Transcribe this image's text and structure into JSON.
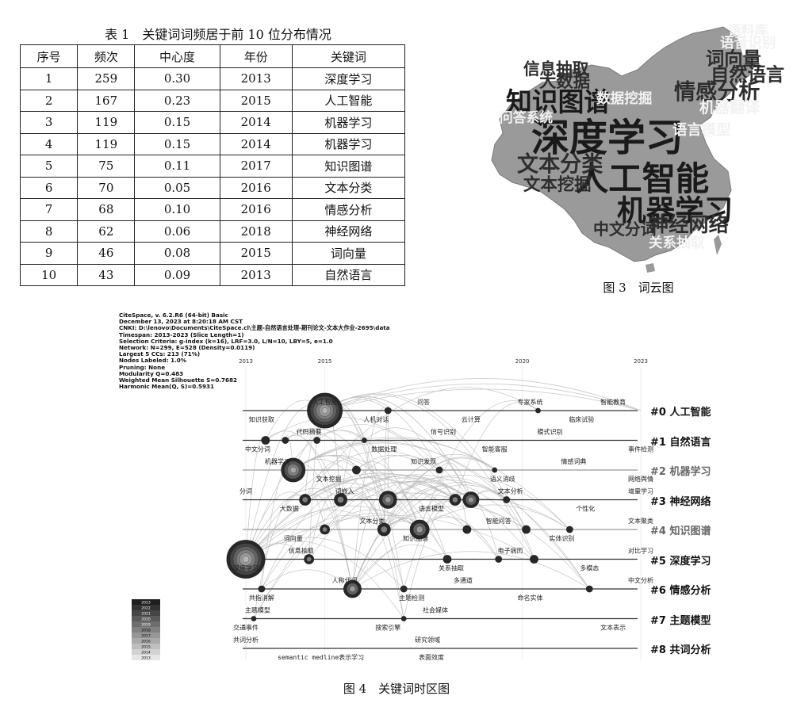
{
  "table1": {
    "caption": "表 1　关键词词频居于前 10 位分布情况",
    "headers": [
      "序号",
      "频次",
      "中心度",
      "年份",
      "关键词"
    ],
    "rows": [
      [
        "1",
        "259",
        "0.30",
        "2013",
        "深度学习"
      ],
      [
        "2",
        "167",
        "0.23",
        "2015",
        "人工智能"
      ],
      [
        "3",
        "119",
        "0.15",
        "2014",
        "机器学习"
      ],
      [
        "4",
        "119",
        "0.15",
        "2014",
        "机器学习"
      ],
      [
        "5",
        "75",
        "0.11",
        "2017",
        "知识图谱"
      ],
      [
        "6",
        "70",
        "0.05",
        "2016",
        "文本分类"
      ],
      [
        "7",
        "68",
        "0.10",
        "2016",
        "情感分析"
      ],
      [
        "8",
        "62",
        "0.06",
        "2018",
        "神经网络"
      ],
      [
        "9",
        "46",
        "0.08",
        "2015",
        "词向量"
      ],
      [
        "10",
        "43",
        "0.09",
        "2013",
        "自然语言"
      ]
    ]
  },
  "figure3": {
    "caption": "图 3　词云图",
    "words": [
      {
        "text": "深度学习",
        "weight": 1.0
      },
      {
        "text": "人工智能",
        "weight": 0.85
      },
      {
        "text": "机器学习",
        "weight": 0.7
      },
      {
        "text": "知识图谱",
        "weight": 0.6
      },
      {
        "text": "情感分析",
        "weight": 0.45
      },
      {
        "text": "文本分类",
        "weight": 0.45
      },
      {
        "text": "神经网络",
        "weight": 0.4
      },
      {
        "text": "自然语言",
        "weight": 0.35
      },
      {
        "text": "词向量",
        "weight": 0.35
      },
      {
        "text": "文本挖掘",
        "weight": 0.3
      },
      {
        "text": "大数据",
        "weight": 0.3
      },
      {
        "text": "信息抽取",
        "weight": 0.28
      },
      {
        "text": "中文分词",
        "weight": 0.26
      },
      {
        "text": "机器翻译",
        "weight": 0.24
      },
      {
        "text": "语言模型",
        "weight": 0.22
      },
      {
        "text": "语音识别",
        "weight": 0.2
      },
      {
        "text": "关系抽取",
        "weight": 0.2
      },
      {
        "text": "数据挖掘",
        "weight": 0.2
      },
      {
        "text": "语料库",
        "weight": 0.18
      },
      {
        "text": "问答系统",
        "weight": 0.18
      }
    ]
  },
  "figure4": {
    "caption": "图 4　关键词时区图",
    "meta_lines": [
      "CiteSpace, v. 6.2.R6 (64-bit) Basic",
      "December 13, 2023 at 8:20:18 AM CST",
      "CNKI: D:\\lenovo\\Documents\\CiteSpace.cl\\主题-自然语言处理-期刊论文-文本大作业-2695\\data",
      "Timespan: 2013-2023 (Slice Length=1)",
      "Selection Criteria: g-index (k=16), LRF=3.0, L/N=10, LBY=5, e=1.0",
      "Network: N=299, E=528 (Density=0.0119)",
      "Largest 5 CCs: 213 (71%)",
      "Nodes Labeled: 1.0%",
      "Pruning: None",
      "Modularity Q=0.483",
      "Weighted Mean Silhouette S=0.7682",
      "Harmonic Mean(Q, S)=0.5931"
    ],
    "year_ticks": [
      "2013",
      "2015",
      "2020",
      "2023"
    ],
    "legend_years": [
      "2023",
      "2022",
      "2021",
      "2020",
      "2019",
      "2018",
      "2017",
      "2016",
      "2015",
      "2014",
      "2013"
    ],
    "clusters": [
      {
        "label": "#0 人工智能",
        "dim": false
      },
      {
        "label": "#1 自然语言",
        "dim": false
      },
      {
        "label": "#2 机器学习",
        "dim": true
      },
      {
        "label": "#3 神经网络",
        "dim": false
      },
      {
        "label": "#4 知识图谱",
        "dim": true
      },
      {
        "label": "#5 深度学习",
        "dim": false
      },
      {
        "label": "#6 情感分析",
        "dim": false
      },
      {
        "label": "#7 主题模型",
        "dim": false
      },
      {
        "label": "#8 共词分析",
        "dim": false
      }
    ],
    "node_labels": [
      {
        "row": 0,
        "x": 2013.4,
        "text": "知识获取"
      },
      {
        "row": 0,
        "x": 2015.0,
        "text": "人工智能"
      },
      {
        "row": 0,
        "x": 2016.3,
        "text": "人机对话"
      },
      {
        "row": 0,
        "x": 2017.5,
        "text": "问答"
      },
      {
        "row": 0,
        "x": 2018.7,
        "text": "云计算"
      },
      {
        "row": 0,
        "x": 2020.2,
        "text": "专家系统"
      },
      {
        "row": 0,
        "x": 2021.5,
        "text": "临床试验"
      },
      {
        "row": 0,
        "x": 2022.3,
        "text": "智能教育"
      },
      {
        "row": 1,
        "x": 2013.3,
        "text": "中文分词"
      },
      {
        "row": 1,
        "x": 2014.6,
        "text": "代码摘要"
      },
      {
        "row": 1,
        "x": 2016.5,
        "text": "数据处理"
      },
      {
        "row": 1,
        "x": 2018.0,
        "text": "信号识别"
      },
      {
        "row": 1,
        "x": 2019.3,
        "text": "智能客服"
      },
      {
        "row": 1,
        "x": 2020.7,
        "text": "模式识别"
      },
      {
        "row": 1,
        "x": 2023.0,
        "text": "事件检测"
      },
      {
        "row": 2,
        "x": 2013.8,
        "text": "机器学习"
      },
      {
        "row": 2,
        "x": 2015.1,
        "text": "文本挖掘"
      },
      {
        "row": 2,
        "x": 2017.5,
        "text": "知识发现"
      },
      {
        "row": 2,
        "x": 2019.5,
        "text": "语义消歧"
      },
      {
        "row": 2,
        "x": 2021.3,
        "text": "情感词典"
      },
      {
        "row": 2,
        "x": 2023.0,
        "text": "网络舆情"
      },
      {
        "row": 3,
        "x": 2013.0,
        "text": "分词"
      },
      {
        "row": 3,
        "x": 2014.1,
        "text": "大数据"
      },
      {
        "row": 3,
        "x": 2015.5,
        "text": "词嵌入"
      },
      {
        "row": 3,
        "x": 2017.7,
        "text": "语言模型"
      },
      {
        "row": 3,
        "x": 2019.7,
        "text": "文本分析"
      },
      {
        "row": 3,
        "x": 2021.6,
        "text": "个性化"
      },
      {
        "row": 3,
        "x": 2023.0,
        "text": "增量学习"
      },
      {
        "row": 4,
        "x": 2014.2,
        "text": "词向量"
      },
      {
        "row": 4,
        "x": 2016.2,
        "text": "文本分类"
      },
      {
        "row": 4,
        "x": 2017.3,
        "text": "知识图谱"
      },
      {
        "row": 4,
        "x": 2019.4,
        "text": "智能问答"
      },
      {
        "row": 4,
        "x": 2021.0,
        "text": "实体识别"
      },
      {
        "row": 4,
        "x": 2023.0,
        "text": "文本聚类"
      },
      {
        "row": 5,
        "x": 2013.0,
        "text": "深度学习"
      },
      {
        "row": 5,
        "x": 2014.4,
        "text": "信息抽取"
      },
      {
        "row": 5,
        "x": 2018.2,
        "text": "关系抽取"
      },
      {
        "row": 5,
        "x": 2019.7,
        "text": "电子病历"
      },
      {
        "row": 5,
        "x": 2021.7,
        "text": "多模态"
      },
      {
        "row": 5,
        "x": 2023.0,
        "text": "对比学习"
      },
      {
        "row": 6,
        "x": 2013.4,
        "text": "共指消解"
      },
      {
        "row": 6,
        "x": 2015.5,
        "text": "人称代词"
      },
      {
        "row": 6,
        "x": 2017.2,
        "text": "主题检测"
      },
      {
        "row": 6,
        "x": 2018.5,
        "text": "多通道"
      },
      {
        "row": 6,
        "x": 2020.2,
        "text": "命名实体"
      },
      {
        "row": 6,
        "x": 2023.0,
        "text": "中文分析"
      },
      {
        "row": 7,
        "x": 2013.0,
        "text": "交通事件"
      },
      {
        "row": 7,
        "x": 2013.3,
        "text": "主题模型"
      },
      {
        "row": 7,
        "x": 2016.6,
        "text": "搜索引擎"
      },
      {
        "row": 7,
        "x": 2017.8,
        "text": "社会媒体"
      },
      {
        "row": 7,
        "x": 2022.3,
        "text": "文本表示"
      },
      {
        "row": 8,
        "x": 2013.0,
        "text": "共词分析"
      },
      {
        "row": 8,
        "x": 2014.9,
        "text": "semantic medline表示学习"
      },
      {
        "row": 8,
        "x": 2017.6,
        "text": "研究领域"
      },
      {
        "row": 8,
        "x": 2017.7,
        "text": "表面效度"
      }
    ],
    "nodes": [
      {
        "row": 0,
        "x": 2015.0,
        "size": 22
      },
      {
        "row": 0,
        "x": 2016.6,
        "size": 4
      },
      {
        "row": 0,
        "x": 2020.4,
        "size": 3
      },
      {
        "row": 1,
        "x": 2013.5,
        "size": 5
      },
      {
        "row": 1,
        "x": 2014.0,
        "size": 4
      },
      {
        "row": 1,
        "x": 2014.8,
        "size": 4
      },
      {
        "row": 1,
        "x": 2016.0,
        "size": 3
      },
      {
        "row": 2,
        "x": 2014.2,
        "size": 15
      },
      {
        "row": 2,
        "x": 2015.8,
        "size": 5
      },
      {
        "row": 2,
        "x": 2017.9,
        "size": 4
      },
      {
        "row": 2,
        "x": 2019.3,
        "size": 3
      },
      {
        "row": 3,
        "x": 2014.5,
        "size": 7
      },
      {
        "row": 3,
        "x": 2015.4,
        "size": 8
      },
      {
        "row": 3,
        "x": 2016.6,
        "size": 11
      },
      {
        "row": 3,
        "x": 2018.3,
        "size": 7
      },
      {
        "row": 3,
        "x": 2018.7,
        "size": 10
      },
      {
        "row": 3,
        "x": 2019.6,
        "size": 4
      },
      {
        "row": 4,
        "x": 2015.0,
        "size": 6
      },
      {
        "row": 4,
        "x": 2016.5,
        "size": 8
      },
      {
        "row": 4,
        "x": 2017.4,
        "size": 12
      },
      {
        "row": 4,
        "x": 2018.6,
        "size": 5
      },
      {
        "row": 4,
        "x": 2020.1,
        "size": 5
      },
      {
        "row": 4,
        "x": 2021.2,
        "size": 4
      },
      {
        "row": 5,
        "x": 2013.0,
        "size": 24
      },
      {
        "row": 5,
        "x": 2014.6,
        "size": 6
      },
      {
        "row": 5,
        "x": 2018.1,
        "size": 5
      },
      {
        "row": 5,
        "x": 2019.4,
        "size": 4
      },
      {
        "row": 5,
        "x": 2020.3,
        "size": 5
      },
      {
        "row": 6,
        "x": 2013.4,
        "size": 4
      },
      {
        "row": 6,
        "x": 2015.7,
        "size": 11
      },
      {
        "row": 6,
        "x": 2017.0,
        "size": 4
      },
      {
        "row": 6,
        "x": 2021.7,
        "size": 4
      },
      {
        "row": 7,
        "x": 2013.2,
        "size": 3
      },
      {
        "row": 7,
        "x": 2017.0,
        "size": 3
      }
    ]
  }
}
